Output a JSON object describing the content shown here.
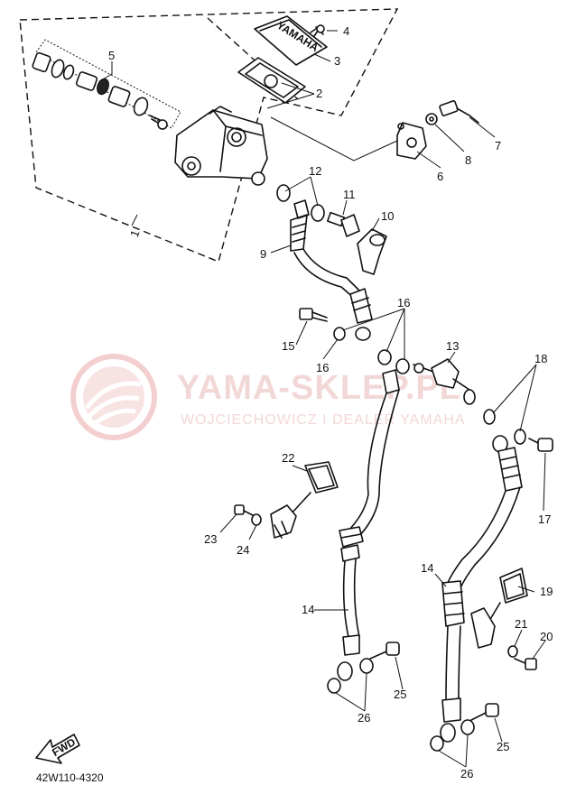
{
  "diagram": {
    "callouts": {
      "c1": "1",
      "c2": "2",
      "c3": "3",
      "c4": "4",
      "c5": "5",
      "c6": "6",
      "c7": "7",
      "c8": "8",
      "c9": "9",
      "c10": "10",
      "c11": "11",
      "c12": "12",
      "c13": "13",
      "c14a": "14",
      "c14b": "14",
      "c15": "15",
      "c16a": "16",
      "c16b": "16",
      "c17": "17",
      "c18": "18",
      "c19": "19",
      "c20": "20",
      "c21": "21",
      "c22": "22",
      "c23": "23",
      "c24": "24",
      "c25a": "25",
      "c25b": "25",
      "c26a": "26",
      "c26b": "26"
    },
    "fwd_label": "FWD",
    "reservoir_cap_text": "YAMAHA",
    "diagram_code": "42W110-4320"
  },
  "watermark": {
    "title": "YAMA-SKLEP.PL",
    "subtitle": "WOJCIECHOWICZ I DEALER YAMAHA",
    "color": "#e8b8b8"
  }
}
